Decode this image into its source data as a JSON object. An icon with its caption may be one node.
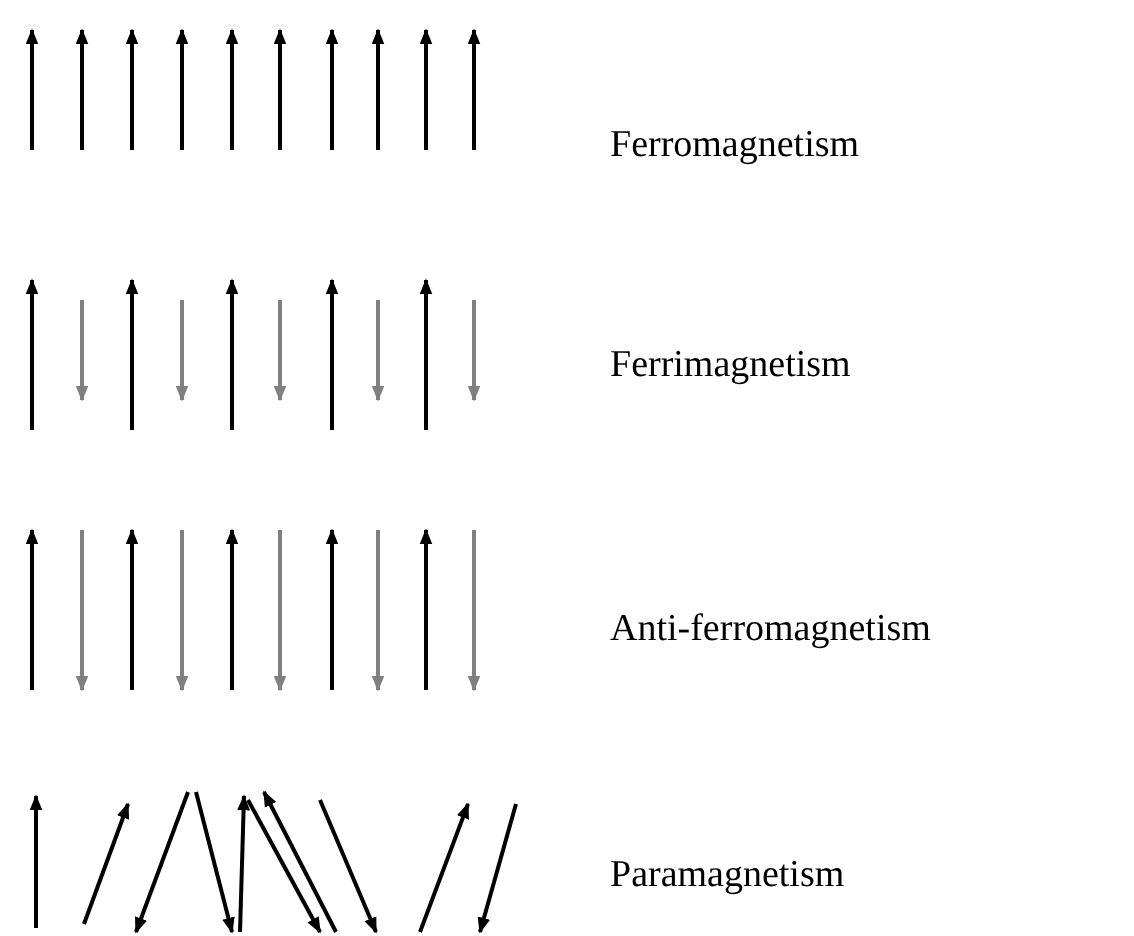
{
  "diagram": {
    "labels": [
      "Ferromagnetism",
      "Ferrimagnetism",
      "Anti-ferromagnetism",
      "Paramagnetism"
    ]
  }
}
